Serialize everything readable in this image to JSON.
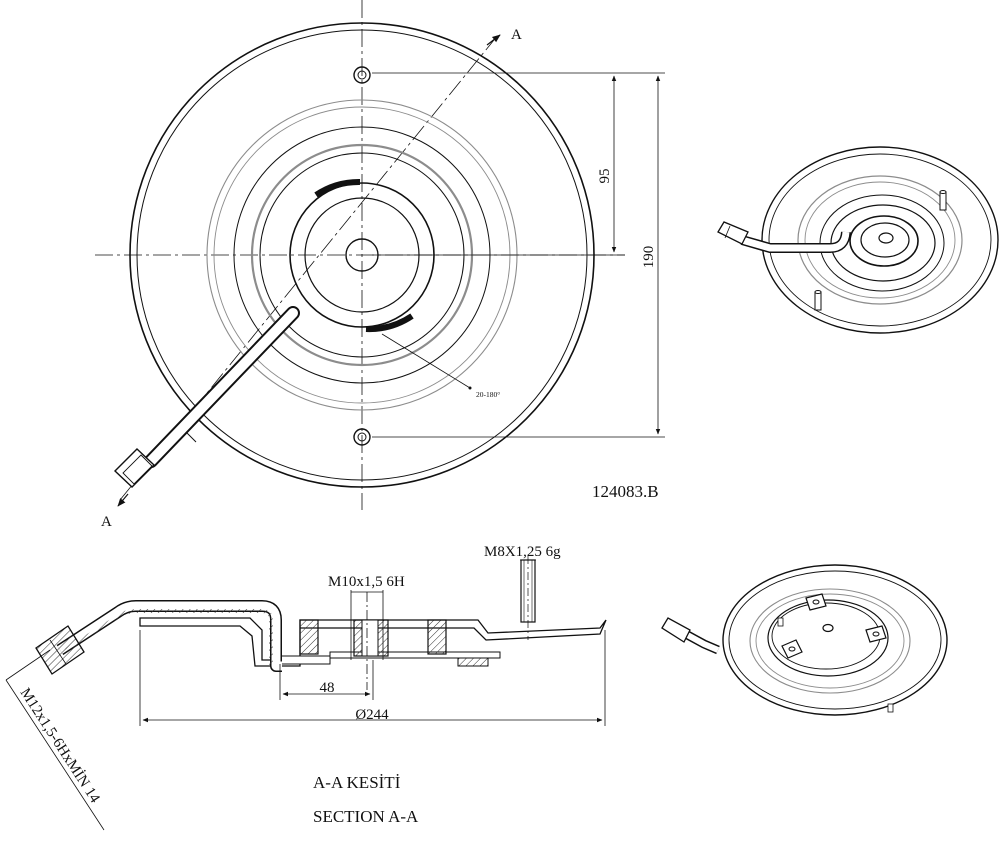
{
  "drawing_number": "124083.B",
  "section_marker": "A",
  "top_view": {
    "dim_half_holes": "95",
    "dim_holes": "190",
    "angle_note": "20-180°"
  },
  "section_view": {
    "thread_stud": "M8X1,25 6g",
    "thread_center": "M10x1,5 6H",
    "dim_offset": "48",
    "dim_diameter": "Ø244",
    "thread_inlet": "M12x1,5-6HxMİN 14"
  },
  "caption": {
    "tr": "A-A KESİTİ",
    "en": "SECTION A-A"
  }
}
